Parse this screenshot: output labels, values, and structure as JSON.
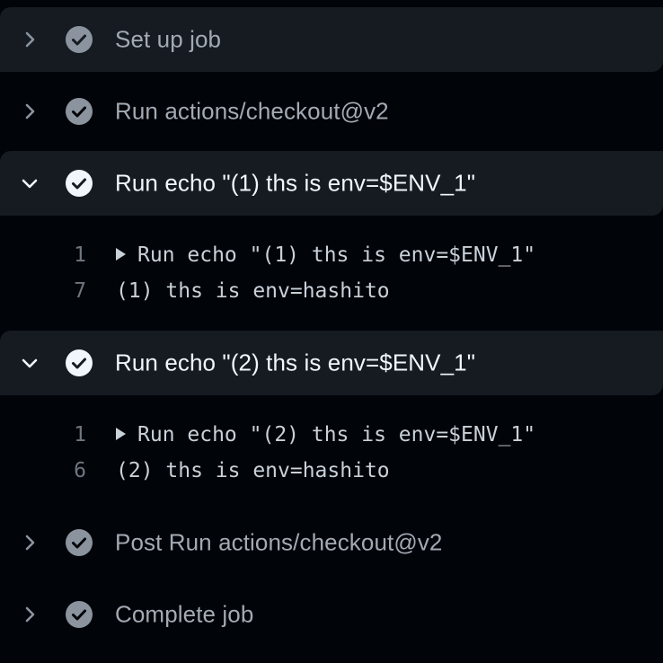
{
  "steps": [
    {
      "label": "Set up job",
      "expanded": false,
      "status_icon": "check-circle-icon"
    },
    {
      "label": "Run actions/checkout@v2",
      "expanded": false,
      "status_icon": "check-circle-icon"
    },
    {
      "label": "Run echo \"(1) ths is env=$ENV_1\"",
      "expanded": true,
      "status_icon": "check-circle-icon",
      "log": [
        {
          "num": "1",
          "text": "Run echo \"(1) ths is env=$ENV_1\"",
          "collapsible": true
        },
        {
          "num": "7",
          "text": "(1) ths is env=hashito",
          "collapsible": false
        }
      ]
    },
    {
      "label": "Run echo \"(2) ths is env=$ENV_1\"",
      "expanded": true,
      "status_icon": "check-circle-icon",
      "log": [
        {
          "num": "1",
          "text": "Run echo \"(2) ths is env=$ENV_1\"",
          "collapsible": true
        },
        {
          "num": "6",
          "text": "(2) ths is env=hashito",
          "collapsible": false
        }
      ]
    },
    {
      "label": "Post Run actions/checkout@v2",
      "expanded": false,
      "status_icon": "check-circle-icon"
    },
    {
      "label": "Complete job",
      "expanded": false,
      "status_icon": "check-circle-icon"
    }
  ],
  "colors": {
    "background": "#010409",
    "step_highlight": "#161b22",
    "check_fill": "#8b949e",
    "text_muted": "#a3aab3",
    "text_bright": "#f0f6fc",
    "log_text": "#c9d1d9",
    "line_number": "#6e7681"
  }
}
